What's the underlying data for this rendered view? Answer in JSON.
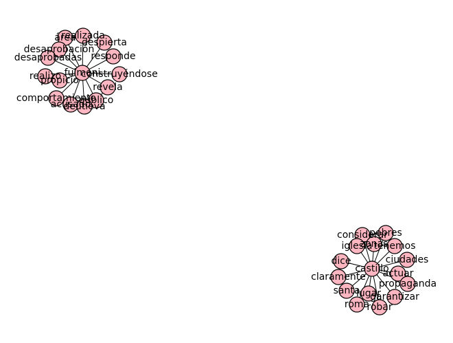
{
  "diagram": {
    "type": "network-graph",
    "colors": {
      "node_fill": "#ffb6c1",
      "node_stroke": "#000000",
      "edge": "#000000",
      "background": "#ffffff"
    },
    "clusters": [
      {
        "hub": "fulmeni",
        "nodes": [
          "fulmeni",
          "realizada",
          "área",
          "despierta",
          "desaprobación",
          "desaprobadas",
          "responde",
          "construyéndose",
          "realizo",
          "propicio",
          "revela",
          "comportamiento",
          "público",
          "acusado",
          "deutieva"
        ]
      },
      {
        "hub": "castillo",
        "nodes": [
          "castillo",
          "considerar",
          "pobres",
          "iglesia",
          "zonas",
          "tenemos",
          "ciudades",
          "dice",
          "actuar",
          "claramente",
          "propaganda",
          "santa",
          "lugar",
          "garantizar",
          "roma",
          "robar"
        ]
      }
    ]
  }
}
